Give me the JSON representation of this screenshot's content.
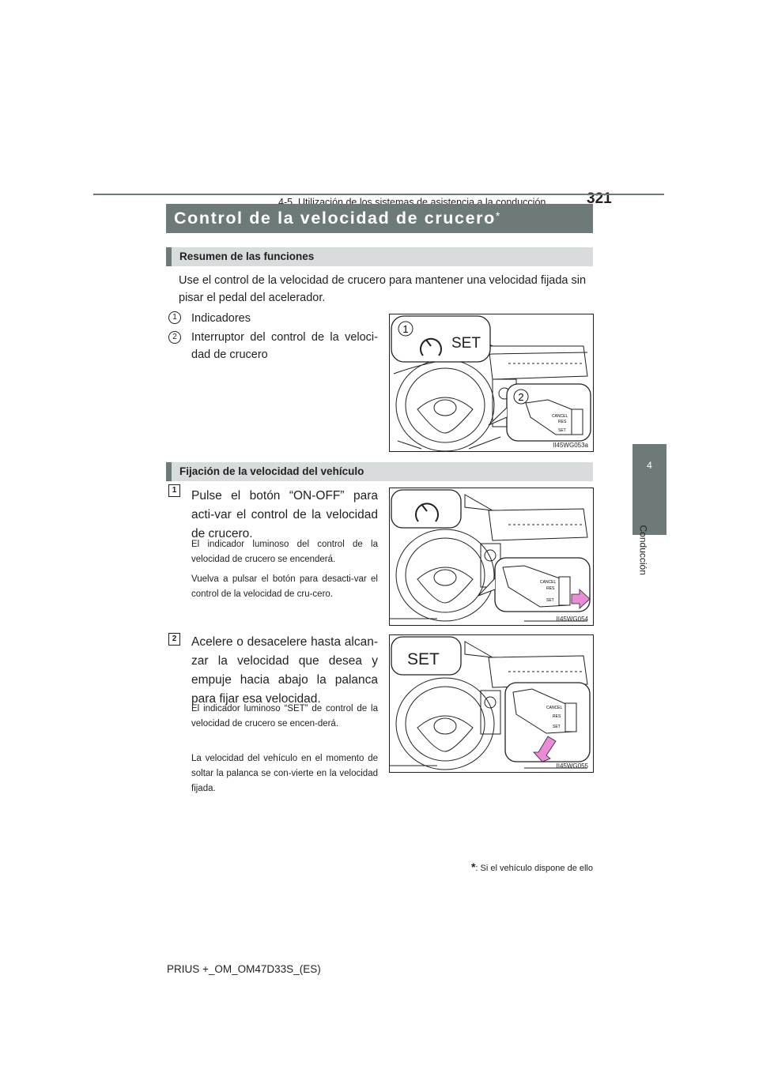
{
  "header": {
    "page_number": "321",
    "section": "4-5. Utilización de los sistemas de asistencia a la conducción"
  },
  "chapter_tab": {
    "number": "4",
    "label": "Conducción"
  },
  "title": {
    "text": "Control de la velocidad de crucero",
    "marker": "*"
  },
  "overview": {
    "heading": "Resumen de las funciones",
    "intro": "Use el control de la velocidad de crucero para mantener una velocidad fijada sin pisar el pedal del acelerador.",
    "items": [
      {
        "num": "1",
        "label": "Indicadores"
      },
      {
        "num": "2",
        "label": "Interruptor del control de la veloci-dad de crucero"
      }
    ],
    "figure": {
      "code": "II45WG053a",
      "callouts": [
        "1",
        "2"
      ],
      "set_text": "SET"
    }
  },
  "setting": {
    "heading": "Fijación de la velocidad del vehículo",
    "steps": [
      {
        "num": "1",
        "text": "Pulse el botón “ON-OFF” para acti-var el control de la velocidad de crucero.",
        "notes": [
          "El indicador luminoso del control de la velocidad de crucero se encenderá.",
          "Vuelva a pulsar el botón para desacti-var el control de la velocidad de cru-cero."
        ],
        "figure": {
          "code": "II45WG054"
        }
      },
      {
        "num": "2",
        "text": "Acelere o desacelere hasta alcan-zar la velocidad que desea y empuje hacia abajo la palanca para fijar esa velocidad.",
        "notes": [
          "El indicador luminoso “SET” de control de la velocidad de crucero se encen-derá.",
          "La velocidad del vehículo en el momento de soltar la palanca se con-vierte en la velocidad fijada."
        ],
        "figure": {
          "code": "II45WG055",
          "set_text": "SET"
        }
      }
    ]
  },
  "footnote": {
    "marker": "*",
    "text": ": Si el vehículo dispone de ello"
  },
  "footer": {
    "doc_id": "PRIUS +_OM_OM47D33S_(ES)"
  },
  "lever_labels": {
    "cancel": "CANCEL",
    "res": "RES",
    "set": "SET"
  },
  "colors": {
    "band": "#6d7a79",
    "subhead_bg": "#d9dcdc",
    "arrow": "#e98bd8"
  }
}
